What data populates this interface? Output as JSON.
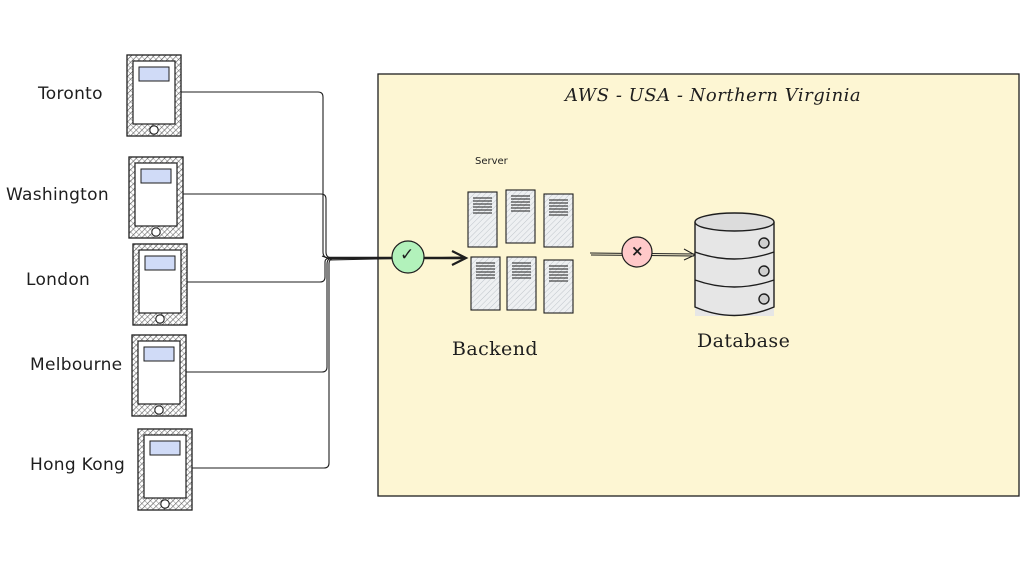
{
  "region": {
    "title": "AWS - USA - Northern Virginia"
  },
  "clients": [
    {
      "city": "Toronto"
    },
    {
      "city": "Washington"
    },
    {
      "city": "London"
    },
    {
      "city": "Melbourne"
    },
    {
      "city": "Hong Kong"
    }
  ],
  "backend": {
    "caption": "Server",
    "label": "Backend"
  },
  "database": {
    "label": "Database"
  },
  "status": {
    "ok_symbol": "✓",
    "fail_symbol": "×"
  },
  "colors": {
    "region_fill": "#fdf6d3",
    "ok_fill": "#b2f2bb",
    "fail_fill": "#ffc9c9",
    "phone_screen": "#d0dbf7",
    "server_fill": "#e9ecef",
    "stroke": "#1e1e1e"
  }
}
